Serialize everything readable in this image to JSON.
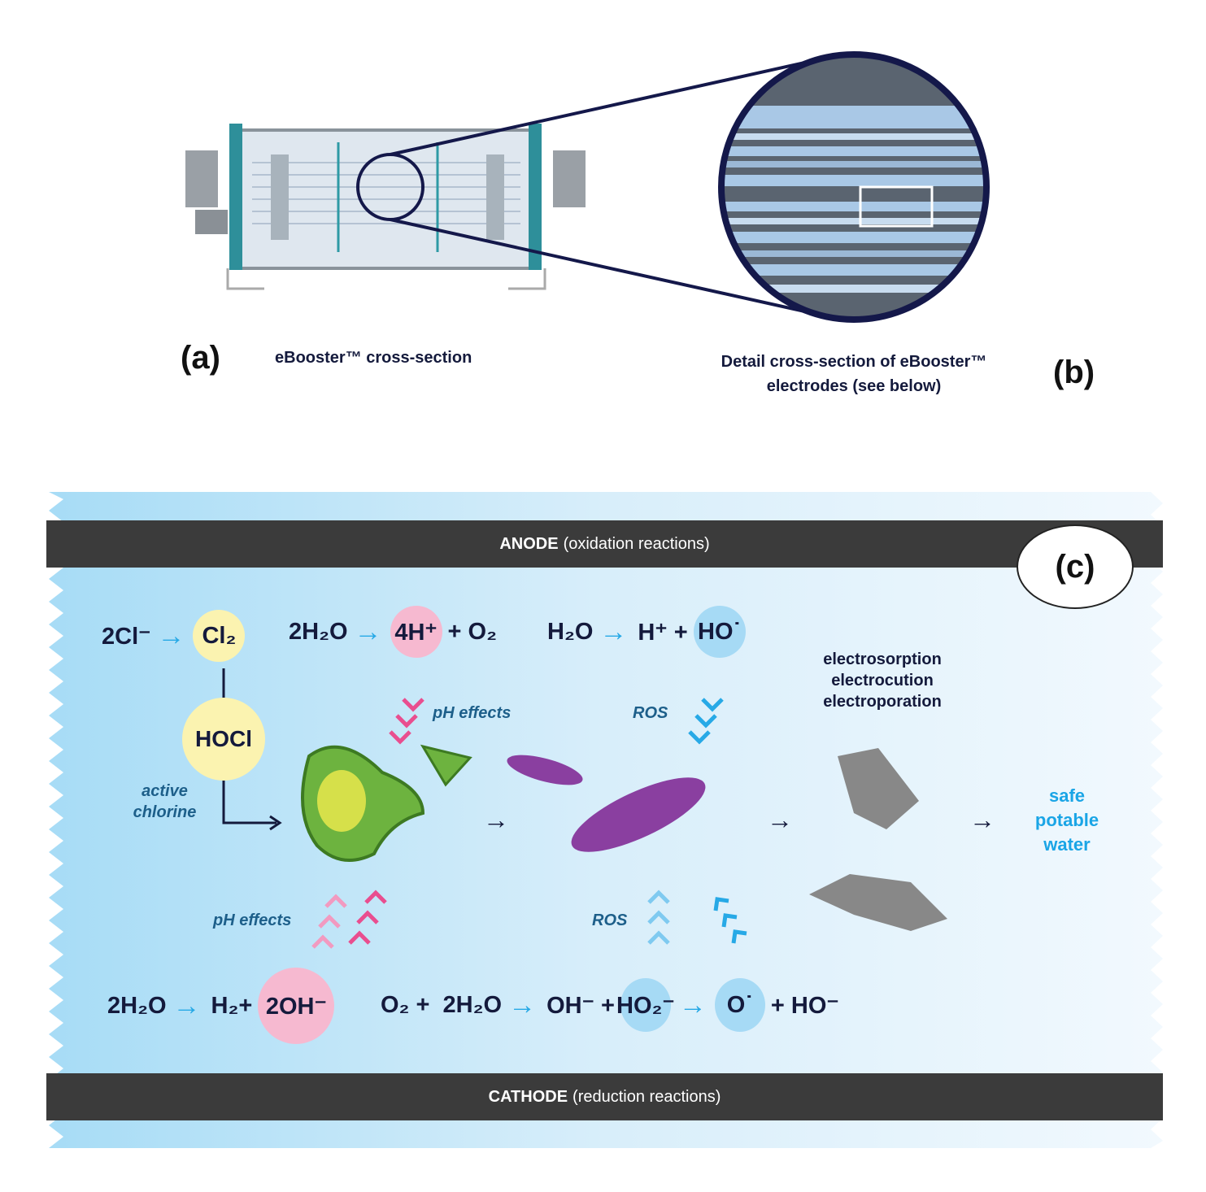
{
  "top": {
    "label_a": "(a)",
    "caption_a": "eBooster™ cross-section",
    "caption_b_line1": "Detail cross-section of eBooster™",
    "caption_b_line2": "electrodes (see below)",
    "label_b": "(b)"
  },
  "panel_c": {
    "label": "(c)",
    "anode_bold": "ANODE",
    "anode_rest": "(oxidation reactions)",
    "cathode_bold": "CATHODE",
    "cathode_rest": "(reduction reactions)",
    "anode_reactions": [
      {
        "lhs": "2Cl⁻",
        "rhs": [
          "Cl₂"
        ]
      },
      {
        "lhs": "2H₂O",
        "rhs": [
          "4H⁺",
          "+ O₂"
        ]
      },
      {
        "lhs": "H₂O",
        "rhs": [
          "H⁺ +",
          "HO˙"
        ]
      }
    ],
    "cathode_reactions": {
      "r1_lhs": "2H₂O",
      "r1_a": "H₂+",
      "r1_b": "2OH⁻",
      "r2_lhs": "O₂ +  2H₂O",
      "r2_a": "OH⁻ +",
      "r2_b": "HO₂⁻",
      "r2_c": "O˙",
      "r2_d": "+ HO⁻"
    },
    "hocl": "HOCl",
    "active_chlorine": "active chlorine",
    "ph_effects_top": "pH effects",
    "ph_effects_bottom": "pH effects",
    "ros_top": "ROS",
    "ros_bottom": "ROS",
    "mechanisms": [
      "electrosorption",
      "electrocution",
      "electroporation"
    ],
    "result": [
      "safe",
      "potable",
      "water"
    ],
    "arrow": "→"
  },
  "colors": {
    "yellow": "#fbf3b0",
    "pink": "#f6b9d0",
    "blue": "#a6daf5",
    "bar": "#3b3b3b",
    "accent": "#27a9e6"
  }
}
